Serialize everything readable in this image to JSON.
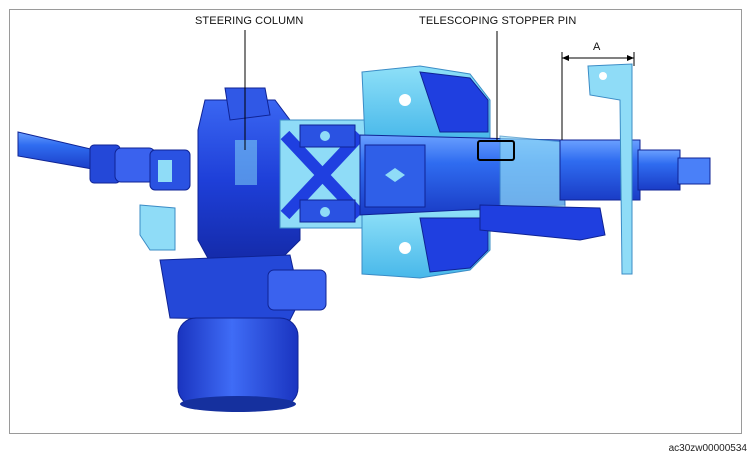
{
  "callouts": {
    "steering_column": "STEERING COLUMN",
    "telescoping_stopper_pin": "TELESCOPING STOPPER PIN",
    "dimension_a": "A"
  },
  "document_id": "ac30zw00000534",
  "colors": {
    "dark_blue": "#1f3fe0",
    "mid_blue": "#2f6df0",
    "light_blue": "#5ec8f2",
    "pale_blue": "#8fdcf7"
  }
}
